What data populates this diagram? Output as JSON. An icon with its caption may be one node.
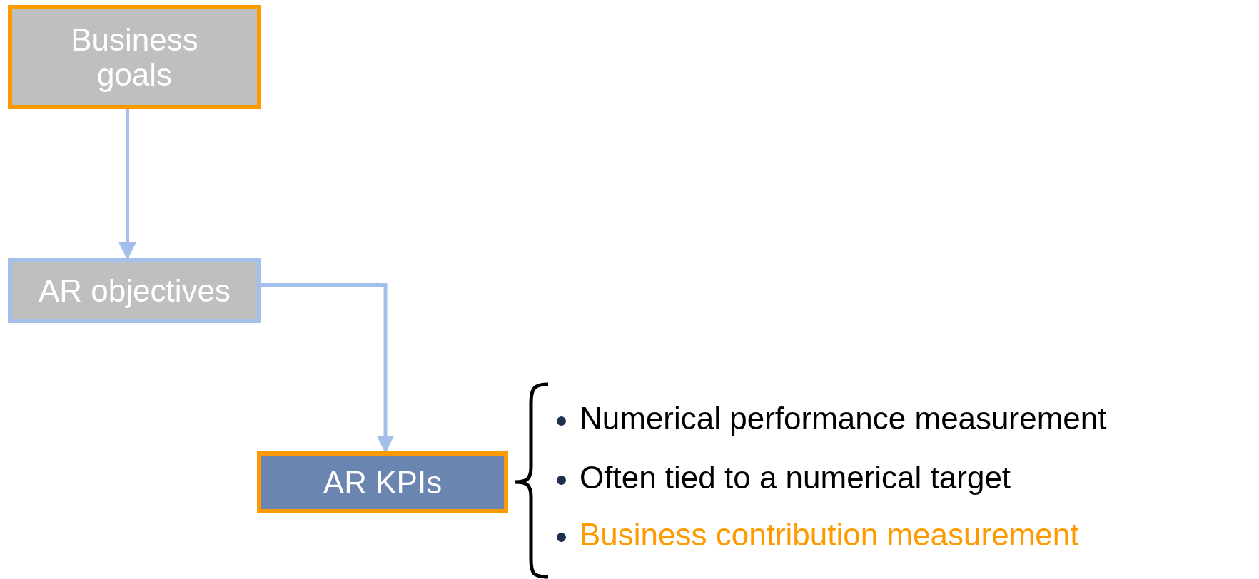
{
  "diagram": {
    "nodes": [
      {
        "text": [
          "Business goals"
        ]
      },
      {
        "text": [
          "AR objectives"
        ]
      },
      {
        "text": [
          "AR KPIs"
        ]
      }
    ],
    "edges": [
      {
        "from": 0,
        "to": 1,
        "arrow": "to"
      },
      {
        "from": 1,
        "to": 2,
        "arrow": "to"
      }
    ],
    "labels": [
      "Numerical performance measurement",
      "Often tied to a numerical target",
      "Business contribution measurement"
    ]
  }
}
